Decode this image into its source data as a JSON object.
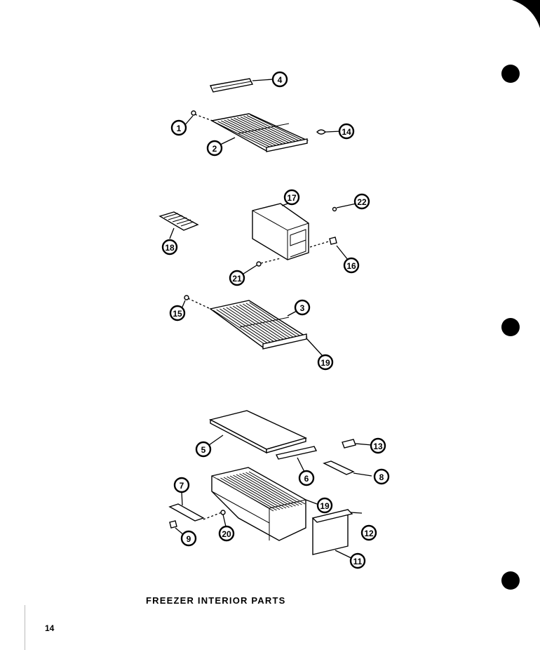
{
  "diagram": {
    "title": "FREEZER INTERIOR PARTS",
    "page_number": "14",
    "callouts": [
      "1",
      "2",
      "3",
      "4",
      "5",
      "6",
      "7",
      "8",
      "9",
      "11",
      "12",
      "13",
      "14",
      "15",
      "16",
      "17",
      "18",
      "19",
      "20",
      "21",
      "22"
    ]
  }
}
